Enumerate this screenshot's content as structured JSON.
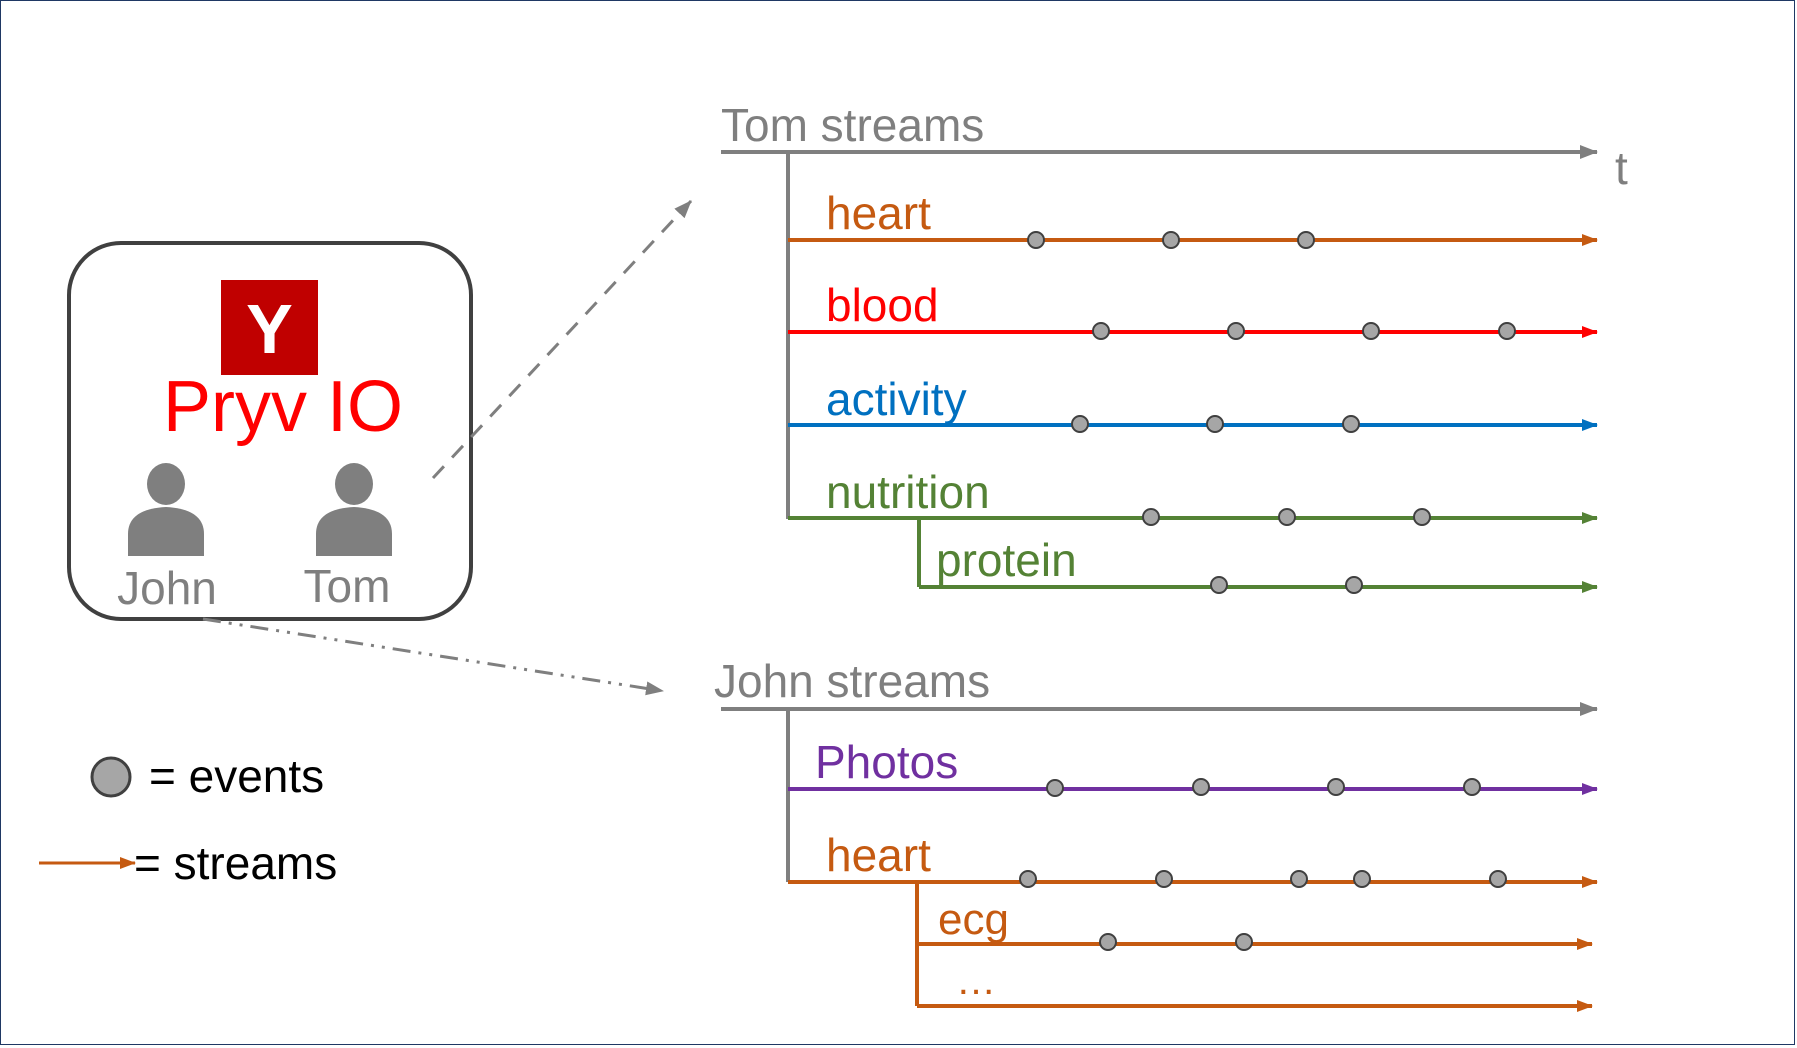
{
  "app": {
    "logo_letter": "Y",
    "name": "Pryv IO",
    "users": [
      "John",
      "Tom"
    ]
  },
  "legend": {
    "events_label": "= events",
    "streams_label": "= streams"
  },
  "time_label": "t",
  "colors": {
    "gray": "#7f7f7f",
    "heart": "#c55a11",
    "blood": "#ff0000",
    "activity": "#0070c0",
    "nutrition": "#548235",
    "photos": "#7030a0",
    "logo_bg": "#c00000",
    "brand_text": "#ff0000",
    "event_fill": "#a6a6a6"
  },
  "tom": {
    "title": "Tom streams",
    "streams": [
      {
        "label": "heart",
        "color": "#c55a11",
        "events": 3
      },
      {
        "label": "blood",
        "color": "#ff0000",
        "events": 4
      },
      {
        "label": "activity",
        "color": "#0070c0",
        "events": 3
      },
      {
        "label": "nutrition",
        "color": "#548235",
        "events": 3
      },
      {
        "label": "protein",
        "color": "#548235",
        "events": 2
      }
    ]
  },
  "john": {
    "title": "John streams",
    "streams": [
      {
        "label": "Photos",
        "color": "#7030a0",
        "events": 4
      },
      {
        "label": "heart",
        "color": "#c55a11",
        "events": 5
      },
      {
        "label": "ecg",
        "color": "#c55a11",
        "events": 2
      },
      {
        "label": "…",
        "color": "#c55a11",
        "events": 0
      }
    ]
  }
}
